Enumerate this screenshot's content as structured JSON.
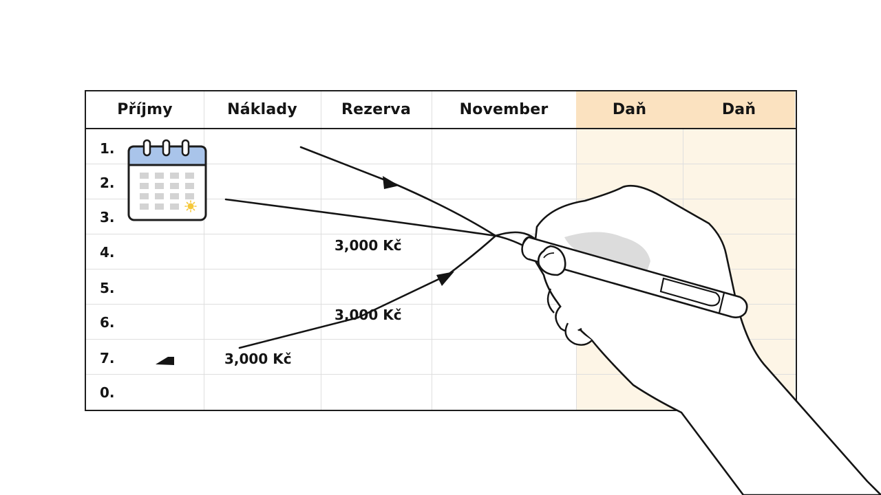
{
  "headers": [
    "Příjmy",
    "Náklady",
    "Rezerva",
    "November",
    "Daň",
    "Daň"
  ],
  "rows": [
    "1.",
    "2.",
    "3.",
    "4.",
    "5.",
    "6.",
    "7.",
    "0."
  ],
  "amounts": {
    "rezerva_row4": "3,000 Kč",
    "rezerva_row6": "3,000 Kč",
    "naklady_row7": "3,000 Kč"
  },
  "icons": {
    "calendar": "calendar-icon",
    "hand": "hand-holding-pen",
    "pen": "pen-icon"
  },
  "colors": {
    "tax_header": "#fbe2c0",
    "tax_column": "#fdf5e6",
    "calendar_header": "#a9c4ea",
    "calendar_sun": "#f5c83a"
  }
}
